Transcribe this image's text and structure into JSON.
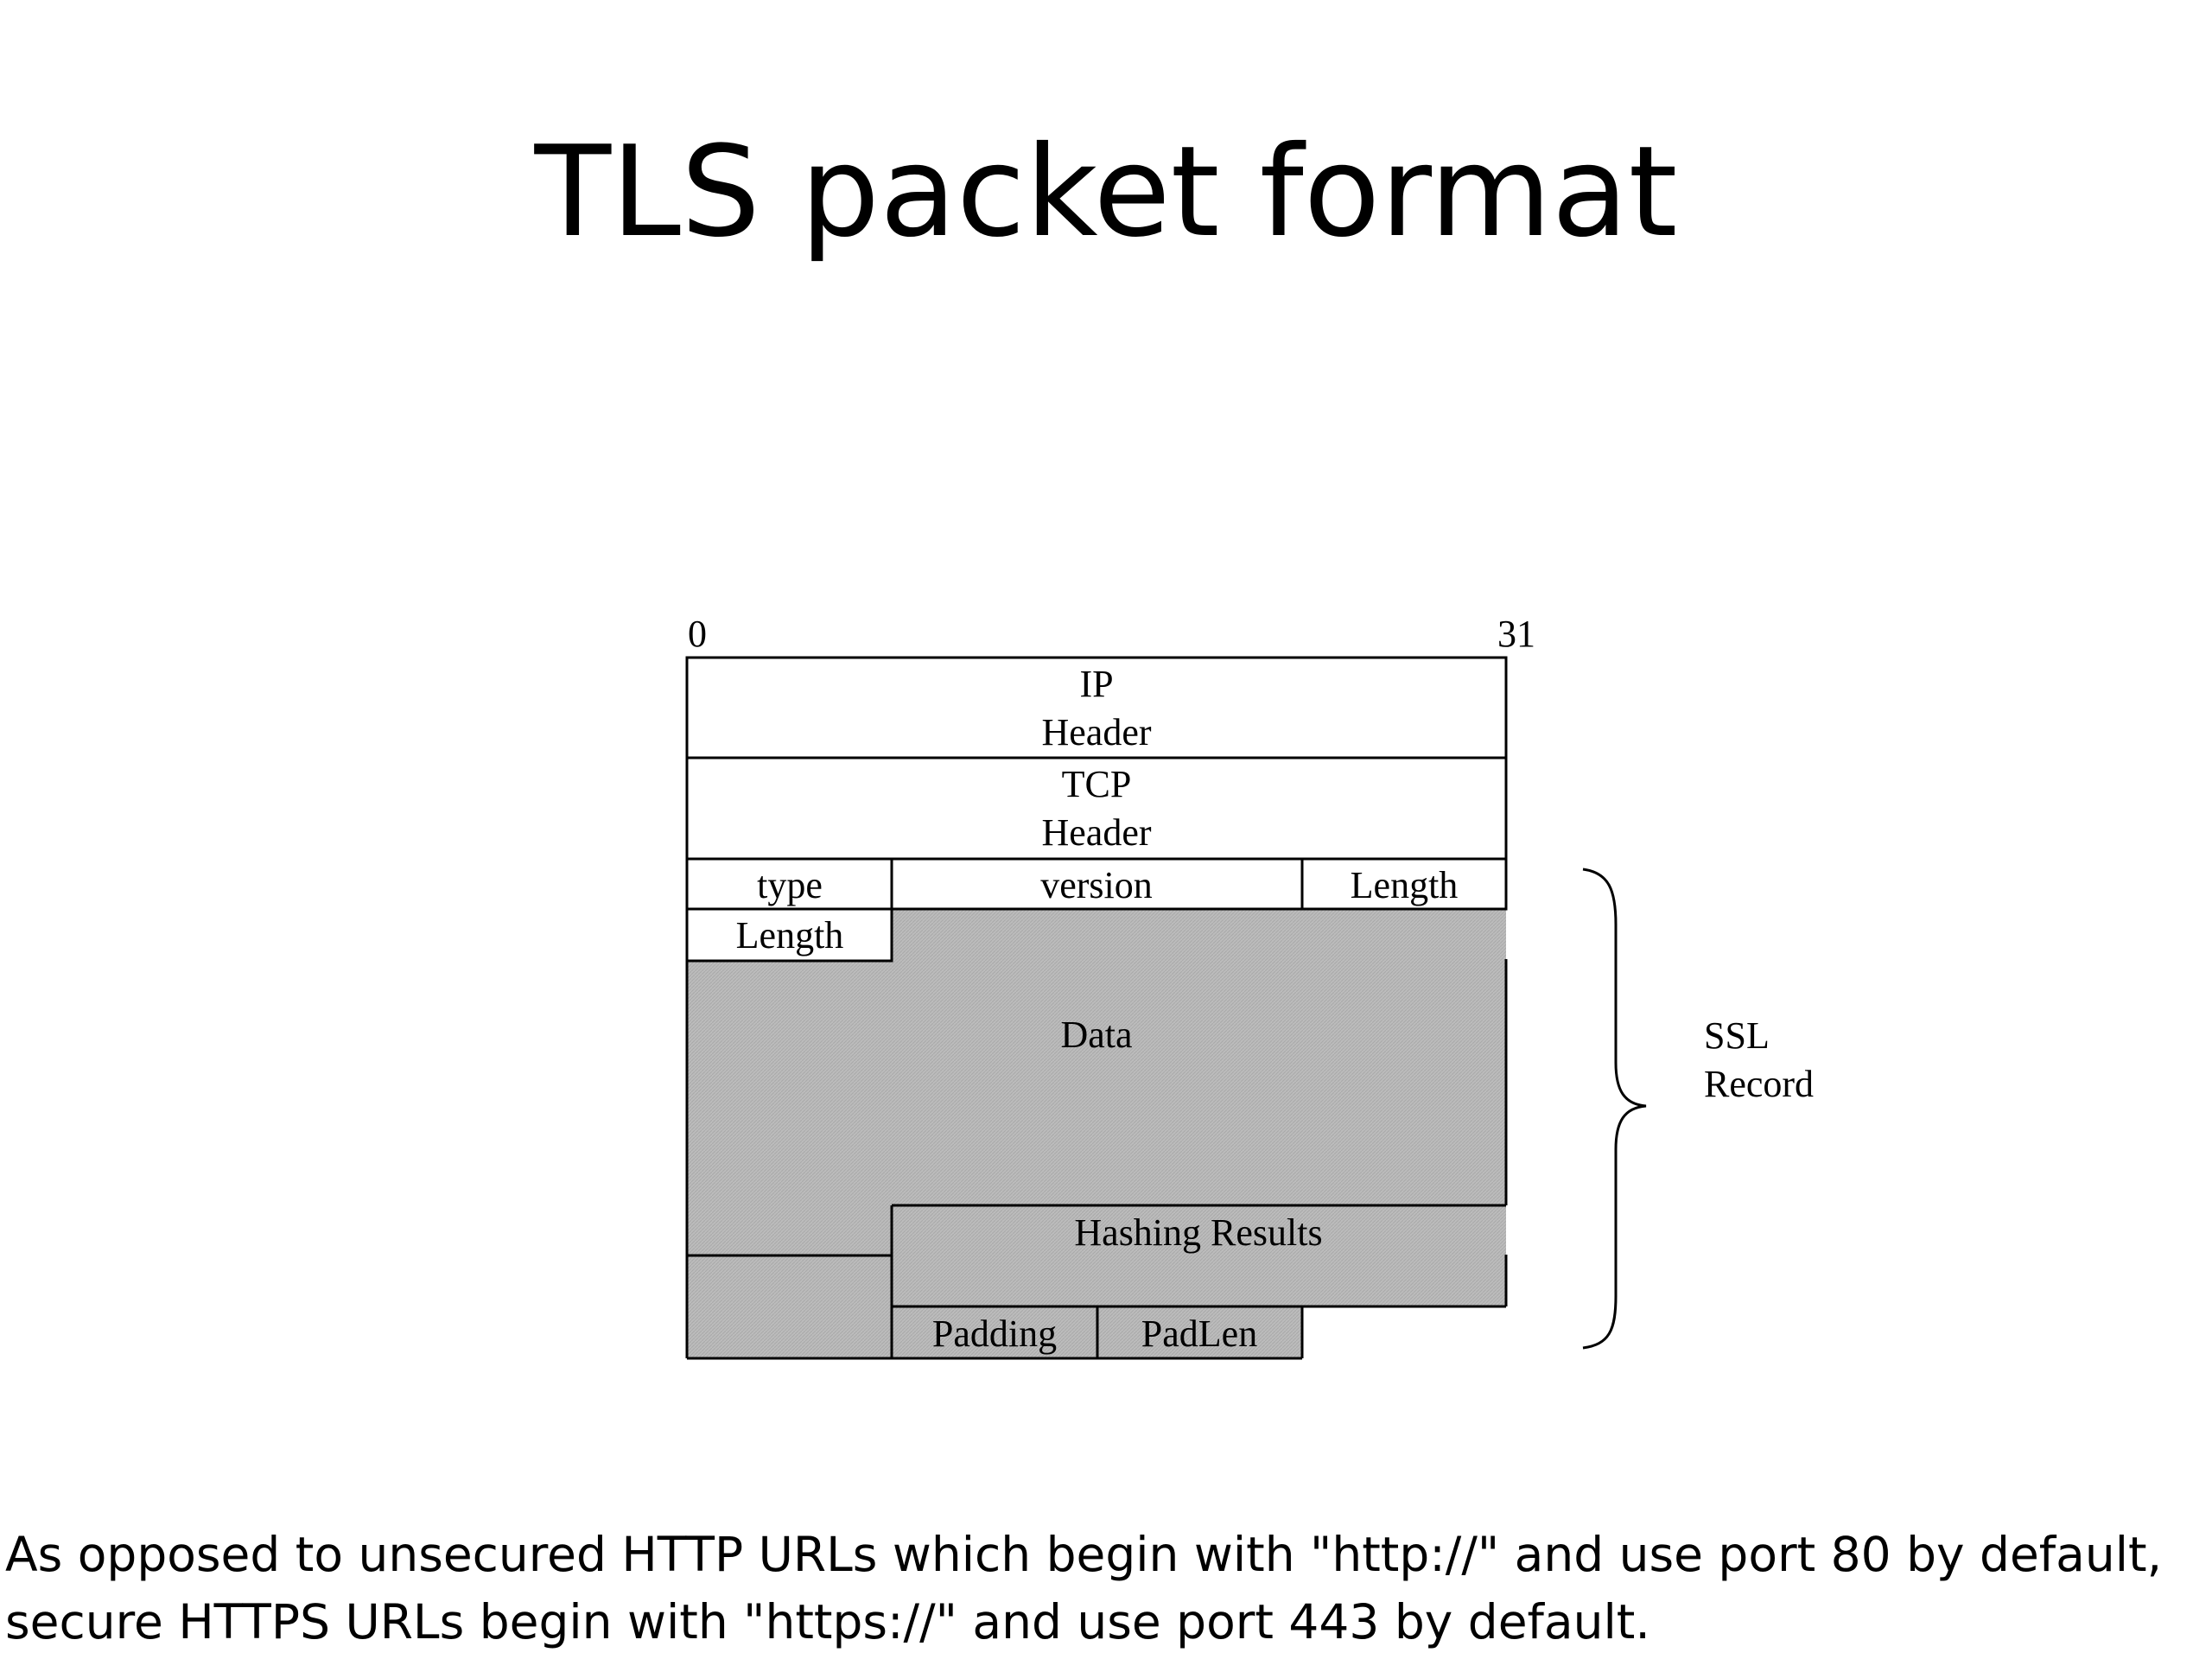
{
  "slide": {
    "title": "TLS packet format"
  },
  "diagram": {
    "bit_start": "0",
    "bit_end": "31",
    "ip_header": [
      "IP",
      "Header"
    ],
    "tcp_header": [
      "TCP",
      "Header"
    ],
    "ssl_fields": {
      "type": "type",
      "version": "version",
      "length_top": "Length",
      "length_second": "Length",
      "data": "Data",
      "hashing_results": "Hashing Results",
      "padding": "Padding",
      "padlen": "PadLen"
    },
    "brace_label": [
      "SSL",
      "Record"
    ],
    "colors": {
      "shaded": "#b8b8b8",
      "line": "#000000"
    }
  },
  "caption": {
    "line1": "As opposed to unsecured HTTP URLs which begin with \"http://\" and use port 80 by default,",
    "line2": "secure HTTPS URLs begin with \"https://\" and use port 443 by default."
  }
}
